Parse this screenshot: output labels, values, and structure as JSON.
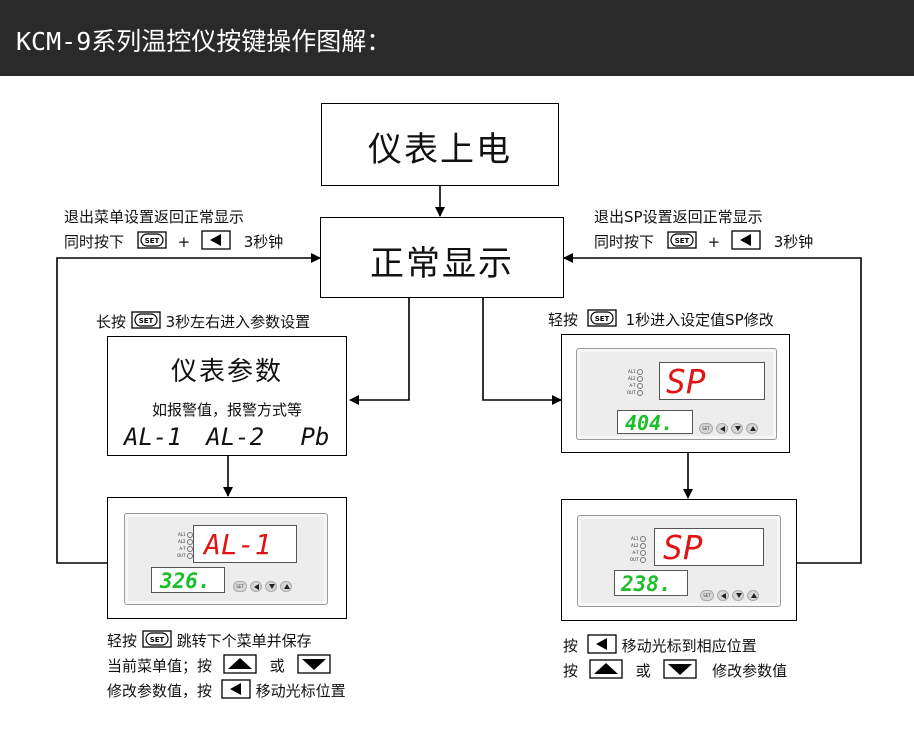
{
  "header": {
    "title": "KCM-9系列温控仪按键操作图解："
  },
  "boxes": {
    "power_on": "仪表上电",
    "normal_display": "正常显示",
    "params_title": "仪表参数",
    "params_sub": "如报警值，报警方式等",
    "params_codes": [
      "AL-1",
      "AL-2",
      "Pb"
    ]
  },
  "labels": {
    "exit_menu_line1": "退出菜单设置返回正常显示",
    "exit_menu_line2_a": "同时按下",
    "plus": "+",
    "three_seconds": "3秒钟",
    "exit_sp_line1": "退出SP设置返回正常显示",
    "long_press_a": "长按",
    "long_press_b": "3秒左右进入参数设置",
    "short_press_a": "轻按",
    "short_press_b": "1秒进入设定值SP修改",
    "bl_line1_a": "轻按",
    "bl_line1_b": "跳转下个菜单并保存",
    "bl_line2_a": "当前菜单值；按",
    "or": "或",
    "bl_line3_a": "修改参数值，按",
    "bl_line3_b": "移动光标位置",
    "br_line1_a": "按",
    "br_line1_b": "移动光标到相应位置",
    "br_line2_a": "按",
    "br_line2_b": "修改参数值"
  },
  "devices": {
    "sp_view": {
      "top": "SP",
      "bottom": "404."
    },
    "al1_edit": {
      "top": "AL-1",
      "bottom": "326."
    },
    "sp_edit": {
      "top": "SP",
      "bottom": "238."
    }
  },
  "device_labels": {
    "al1": "AL1",
    "al2": "AL2",
    "at": "A-T",
    "out": "OUT",
    "set": "SET"
  },
  "key_icon_text": "SET",
  "colors": {
    "header_bg": "#2a2a2a",
    "pv_red": "#e01414",
    "sv_green": "#1bbf2a"
  }
}
